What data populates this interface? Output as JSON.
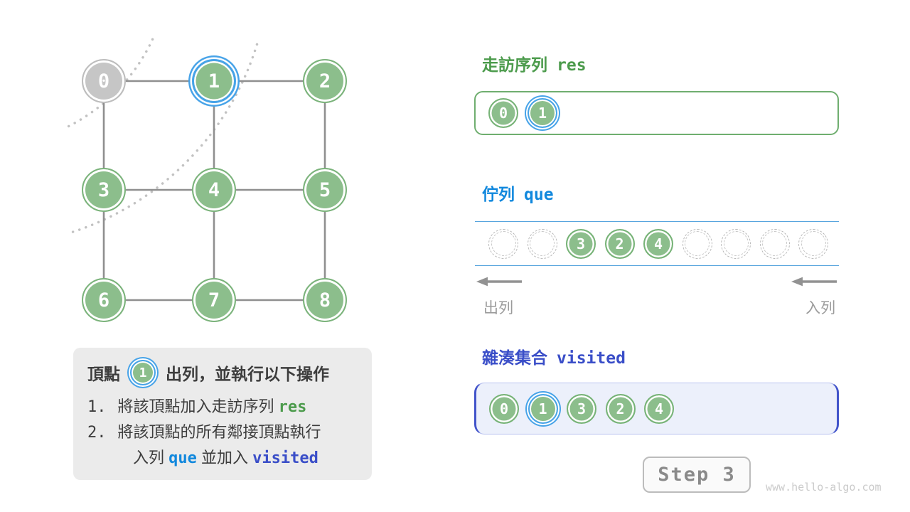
{
  "graph": {
    "nodes": [
      {
        "label": "0",
        "state": "dequeued"
      },
      {
        "label": "1",
        "state": "current"
      },
      {
        "label": "2",
        "state": "visited"
      },
      {
        "label": "3",
        "state": "visited"
      },
      {
        "label": "4",
        "state": "visited"
      },
      {
        "label": "5",
        "state": "visited"
      },
      {
        "label": "6",
        "state": "visited"
      },
      {
        "label": "7",
        "state": "visited"
      },
      {
        "label": "8",
        "state": "visited"
      }
    ]
  },
  "panel": {
    "prefix": "頂點",
    "vertex_label": "1",
    "title_rest": "出列，並執行以下操作",
    "item1_num": "1.",
    "item1_text": "將該頂點加入走訪序列",
    "item1_code": "res",
    "item2_num": "2.",
    "item2_text": "將該頂點的所有鄰接頂點執行",
    "item2_cont_pre": "入列",
    "item2_code1": "que",
    "item2_mid": "並加入",
    "item2_code2": "visited"
  },
  "res_section": {
    "title": "走訪序列",
    "code": "res",
    "items": [
      "0",
      "1"
    ]
  },
  "queue_section": {
    "title": "佇列",
    "code": "que",
    "slots": [
      "",
      "",
      "3",
      "2",
      "4",
      "",
      "",
      "",
      ""
    ],
    "dequeue_label": "出列",
    "enqueue_label": "入列"
  },
  "visited_section": {
    "title": "雜湊集合",
    "code": "visited",
    "items": [
      "0",
      "1",
      "3",
      "2",
      "4"
    ]
  },
  "step_label": "Step 3",
  "watermark": "www.hello-algo.com",
  "colors": {
    "node_green": "#8cbe8c",
    "node_gray": "#c6c6c6",
    "highlight_blue": "#47a3e8",
    "res_green": "#4c9b4c",
    "que_blue": "#1188dd",
    "visited_indigo": "#3a4ec8",
    "edge_gray": "#8f8f8f"
  }
}
